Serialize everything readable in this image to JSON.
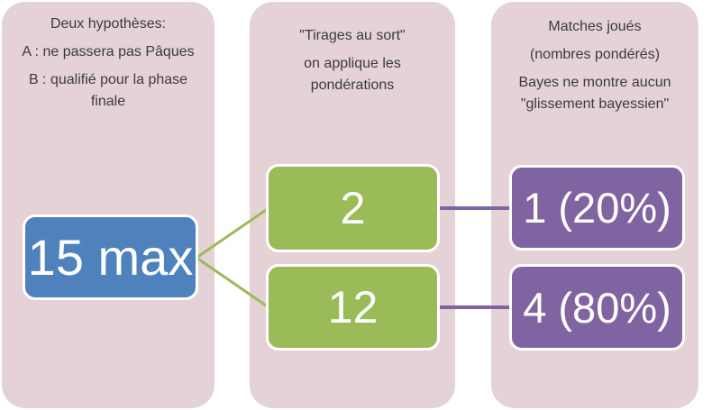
{
  "palette": {
    "panel_pink": "#e4d2d7",
    "node_blue": "#4f81bd",
    "node_green": "#9bbb59",
    "node_purple": "#8064a2",
    "connector_green": "#9bbb59",
    "connector_purple": "#8064a2",
    "node_border_white": "#ffffff",
    "header_text": "#3b3b3b",
    "node_text": "#ffffff"
  },
  "columns": [
    {
      "name": "hypotheses",
      "lines": [
        "Deux hypothèses:",
        "A : ne passera pas Pâques",
        "B : qualifié pour la phase",
        "finale"
      ]
    },
    {
      "name": "tirages-au-sort",
      "lines": [
        "\"Tirages au sort\"",
        "on applique les",
        "pondérations"
      ]
    },
    {
      "name": "matches-joues",
      "lines": [
        "Matches joués",
        "(nombres pondérés)",
        "Bayes ne montre aucun",
        "\"glissement bayessien\""
      ]
    }
  ],
  "nodes": {
    "root": {
      "label": "15 max"
    },
    "branch_top": {
      "label": "2"
    },
    "branch_bottom": {
      "label": "12"
    },
    "leaf_top": {
      "label": "1 (20%)"
    },
    "leaf_bottom": {
      "label": "4 (80%)"
    }
  }
}
